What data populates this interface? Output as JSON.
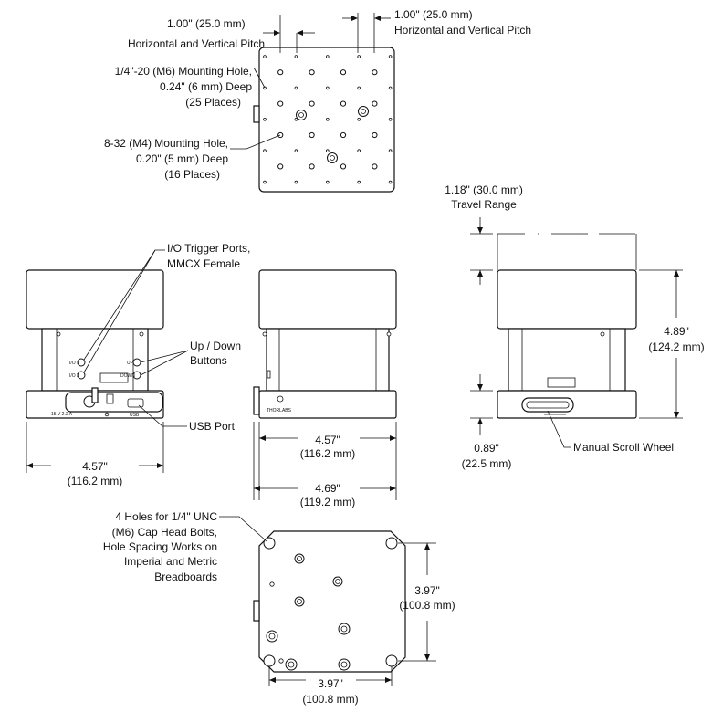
{
  "labels": {
    "pitch_left_1": "1.00\" (25.0 mm)",
    "pitch_left_2": "Horizontal and Vertical Pitch",
    "pitch_right_1": "1.00\" (25.0 mm)",
    "pitch_right_2": "Horizontal and Vertical Pitch",
    "m6_hole_1": "1/4\"-20 (M6) Mounting Hole,",
    "m6_hole_2": "0.24\" (6 mm) Deep",
    "m6_hole_3": "(25 Places)",
    "m4_hole_1": "8-32 (M4) Mounting Hole,",
    "m4_hole_2": "0.20\" (5 mm) Deep",
    "m4_hole_3": "(16 Places)",
    "travel_1": "1.18\" (30.0 mm)",
    "travel_2": "Travel Range",
    "io_1": "I/O Trigger Ports,",
    "io_2": "MMCX Female",
    "updown_1": "Up / Down",
    "updown_2": "Buttons",
    "usb": "USB Port",
    "height_1": "4.89\"",
    "height_2": "(124.2 mm)",
    "base_1": "0.89\"",
    "base_2": "(22.5 mm)",
    "scroll": "Manual Scroll Wheel",
    "width_front_1": "4.57\"",
    "width_front_2": "(116.2 mm)",
    "width_side_1": "4.57\"",
    "width_side_2": "(116.2 mm)",
    "depth_side_1": "4.69\"",
    "depth_side_2": "(119.2 mm)",
    "bolts_1": "4 Holes for 1/4\" UNC",
    "bolts_2": "(M6) Cap Head Bolts,",
    "bolts_3": "Hole Spacing Works on",
    "bolts_4": "Imperial and Metric",
    "bolts_5": "Breadboards",
    "bottom_v_1": "3.97\"",
    "bottom_v_2": "(100.8 mm)",
    "bottom_h_1": "3.97\"",
    "bottom_h_2": "(100.8 mm)"
  },
  "panel_marks": {
    "io1": "I/O 1",
    "io2": "I/O 2",
    "up": "UP",
    "down": "DOWN",
    "power": "15 V 2.2 A",
    "model": "THORLABS",
    "usb": "USB"
  }
}
